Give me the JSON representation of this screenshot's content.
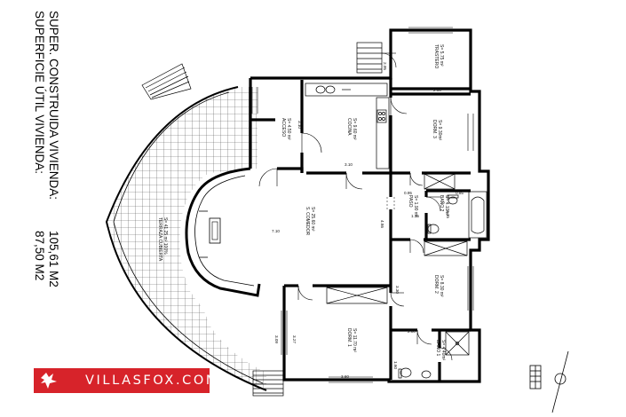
{
  "summary": {
    "useful_label": "SUPERFICIE ÚTIL VIVIENDA:",
    "useful_value": "87,50 M2",
    "built_label": "SUPER. CONSTRUIDA VIVIENDA:",
    "built_value": "105,61 M2"
  },
  "rooms": {
    "trastero": {
      "name": "TRASTERO",
      "area": "S= 5.75 m²"
    },
    "cocina": {
      "name": "COCINA",
      "area": "S= 9.60 m²"
    },
    "acceso": {
      "name": "ACCESO",
      "area": "S= 4.50 m²"
    },
    "dorm3": {
      "name": "DORM. 3",
      "area": "S= 9.30m²"
    },
    "paso": {
      "name": "PASO",
      "area": "S= 1.90 m²"
    },
    "bano2": {
      "name": "BAÑO 2",
      "area": "S= 4.10m²"
    },
    "salon": {
      "name": "S. COMEDOR",
      "area": "S= 25.60 m²"
    },
    "terraza": {
      "name": "TERRAZA CUBIERTA",
      "area": "S= 41.25 m² 100%"
    },
    "dorm2": {
      "name": "DORM. 2",
      "area": "S= 8.30 m²"
    },
    "dorm1": {
      "name": "DORM. 1",
      "area": "S= 11.70 m²"
    },
    "bano1": {
      "name": "BAÑO 1",
      "area": "S= 4.40m²"
    }
  },
  "dimensions": {
    "d_2_95": "2.95",
    "d_2_80_top": "2.80",
    "d_3_10_v": "3.10",
    "d_3_10_h": "3.10",
    "d_0_95": "0.95",
    "d_1_35": "1.35",
    "d_4_86": "4.86",
    "d_7_10": "7.10",
    "d_3_30": "3.30",
    "d_2_80_bot": "2.80",
    "d_3_27": "3.27",
    "d_3_09": "3.09",
    "d_1_60": "1.60",
    "d_3_60": "3.60",
    "d_0_85": "0.85",
    "d_2_15": "2.15"
  },
  "brand": {
    "text": "VILLASFOX.COM",
    "color": "#d7232a"
  },
  "icons": [
    "fox-logo-icon",
    "north-arrow-icon",
    "scale-bar-icon"
  ]
}
